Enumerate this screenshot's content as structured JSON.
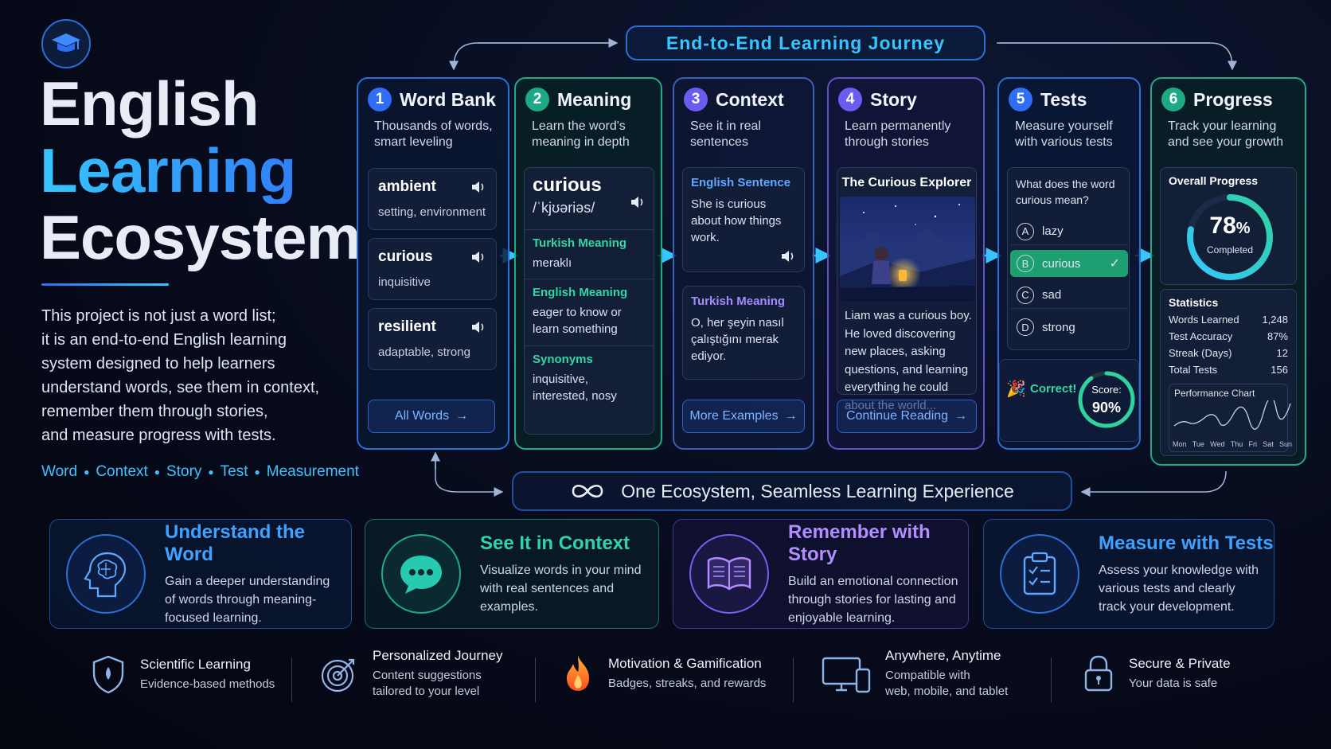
{
  "hero": {
    "title_line1": "English",
    "title_line2": "Learning",
    "title_line3": "Ecosystem",
    "description": [
      "This project is not just a word list;",
      "it is an end-to-end English learning",
      "system designed to help learners",
      "understand words, see them in context,",
      "remember them through stories,",
      "and measure progress with tests."
    ],
    "tags": [
      "Word",
      "Context",
      "Story",
      "Test",
      "Measurement"
    ]
  },
  "banner": {
    "title": "End-to-End Learning Journey"
  },
  "steps": {
    "word_bank": {
      "num": "1",
      "title": "Word Bank",
      "sub": "Thousands of words, smart leveling",
      "words": [
        {
          "word": "ambient",
          "def": "setting, environment"
        },
        {
          "word": "curious",
          "def": "inquisitive"
        },
        {
          "word": "resilient",
          "def": "adaptable, strong"
        }
      ],
      "button": "All Words"
    },
    "meaning": {
      "num": "2",
      "title": "Meaning",
      "sub": "Learn the word's meaning in depth",
      "word": "curious",
      "phonetic": "/ˈkjʊəriəs/",
      "turkish_label": "Turkish Meaning",
      "turkish_value": "meraklı",
      "english_label": "English Meaning",
      "english_value": "eager to know or learn something",
      "synonyms_label": "Synonyms",
      "synonyms_value": "inquisitive, interested, nosy"
    },
    "context": {
      "num": "3",
      "title": "Context",
      "sub": "See it in real sentences",
      "sentence_label": "English Sentence",
      "sentence": "She is curious about how things work.",
      "turkish_label": "Turkish Meaning",
      "turkish": "O, her şeyin nasıl çalıştığını merak ediyor.",
      "button": "More Examples"
    },
    "story": {
      "num": "4",
      "title": "Story",
      "sub": "Learn permanently through stories",
      "story_title": "The Curious Explorer",
      "story_text": "Liam was a curious boy. He loved discovering new places, asking questions, and learning everything he could about the world...",
      "button": "Continue Reading"
    },
    "tests": {
      "num": "5",
      "title": "Tests",
      "sub": "Measure yourself with various tests",
      "question": "What does the word curious mean?",
      "options": [
        {
          "letter": "A",
          "text": "lazy"
        },
        {
          "letter": "B",
          "text": "curious"
        },
        {
          "letter": "C",
          "text": "sad"
        },
        {
          "letter": "D",
          "text": "strong"
        }
      ],
      "selected_index": 1,
      "correct_label": "Correct!",
      "score_label": "Score:",
      "score_value": "90%",
      "score_fraction": 0.9
    },
    "progress": {
      "num": "6",
      "title": "Progress",
      "sub": "Track your learning and see your growth",
      "overall_label": "Overall Progress",
      "percent": "78",
      "percent_sign": "%",
      "percent_fraction": 0.78,
      "completed_label": "Completed",
      "stats_label": "Statistics",
      "stats": [
        {
          "label": "Words Learned",
          "value": "1,248"
        },
        {
          "label": "Test Accuracy",
          "value": "87%"
        },
        {
          "label": "Streak (Days)",
          "value": "12"
        },
        {
          "label": "Total Tests",
          "value": "156"
        }
      ],
      "chart_label": "Performance Chart",
      "days": [
        "Mon",
        "Tue",
        "Wed",
        "Thu",
        "Fri",
        "Sat",
        "Sun"
      ]
    }
  },
  "ecosystem": {
    "title": "One Ecosystem, Seamless Learning Experience"
  },
  "features": [
    {
      "title": "Understand the Word",
      "desc": [
        "Gain a deeper understanding",
        "of words through meaning-",
        "focused learning."
      ]
    },
    {
      "title": "See It in Context",
      "desc": [
        "Visualize words in your mind",
        "with real sentences and",
        "examples."
      ]
    },
    {
      "title": "Remember with Story",
      "desc": [
        "Build an emotional connection",
        "through stories for lasting and",
        "enjoyable learning."
      ]
    },
    {
      "title": "Measure with Tests",
      "desc": [
        "Assess your knowledge with",
        "various tests and clearly",
        "track your development."
      ]
    }
  ],
  "bottom": [
    {
      "title": "Scientific Learning",
      "desc": [
        "Evidence-based methods"
      ]
    },
    {
      "title": "Personalized Journey",
      "desc": [
        "Content suggestions",
        "tailored to your level"
      ]
    },
    {
      "title": "Motivation & Gamification",
      "desc": [
        "Badges, streaks, and rewards"
      ]
    },
    {
      "title": "Anywhere, Anytime",
      "desc": [
        "Compatible with",
        "web, mobile, and tablet"
      ]
    },
    {
      "title": "Secure & Private",
      "desc": [
        "Your data is safe"
      ]
    }
  ],
  "colors": {
    "accent_blue": "#36c6ff",
    "accent_green": "#22a88c",
    "accent_purple": "#8b7bff",
    "correct_green": "#1e9f72"
  }
}
